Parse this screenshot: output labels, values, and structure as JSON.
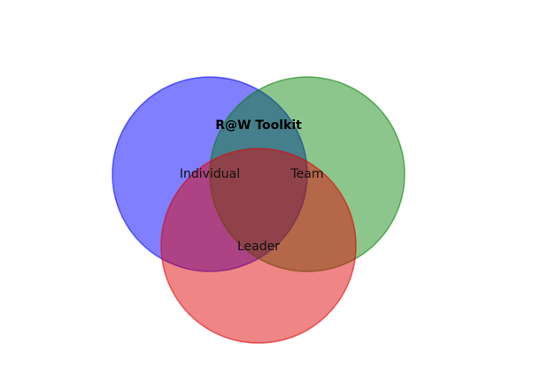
{
  "diagram": {
    "title": "R@W Toolkit",
    "sets": [
      {
        "key": "individual",
        "label": "Individual",
        "fill": "#0000ff",
        "stroke": "#0000ff"
      },
      {
        "key": "team",
        "label": "Team",
        "fill": "#008000",
        "stroke": "#008000"
      },
      {
        "key": "leader",
        "label": "Leader",
        "fill": "#e00000",
        "stroke": "#e00000"
      }
    ]
  }
}
